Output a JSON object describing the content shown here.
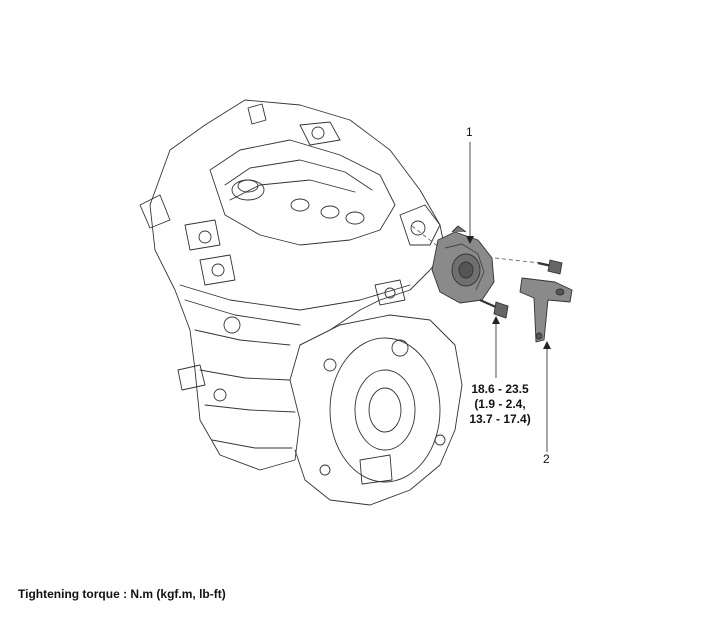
{
  "callouts": {
    "part1": "1",
    "part2": "2"
  },
  "torque": {
    "line1": "18.6 - 23.5",
    "line2": "(1.9 - 2.4,",
    "line3": "13.7 - 17.4)"
  },
  "footer": {
    "note": "Tightening torque : N.m (kgf.m, lb-ft)"
  },
  "colors": {
    "line": "#333333",
    "component_fill": "#8a8a8a",
    "component_dark": "#555555"
  }
}
